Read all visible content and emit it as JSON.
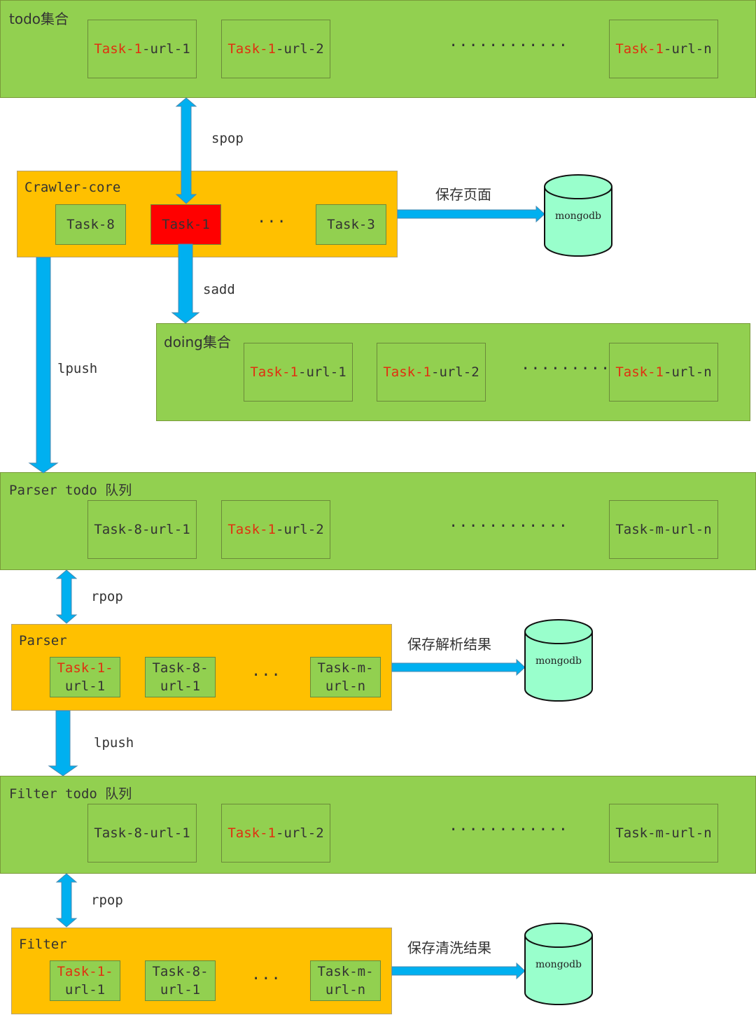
{
  "todo_set": {
    "title": "todo集合",
    "items": [
      {
        "red": "Task-1",
        "rest": "-url-1"
      },
      {
        "red": "Task-1",
        "rest": "-url-2"
      },
      {
        "red": "Task-1",
        "rest": "-url-n"
      }
    ],
    "ellipsis": "············"
  },
  "crawler": {
    "title": "Crawler-core",
    "tasks": [
      "Task-8",
      "Task-1",
      "Task-3"
    ],
    "ellipsis": "···"
  },
  "doing_set": {
    "title": "doing集合",
    "items": [
      {
        "red": "Task-1",
        "rest": "-url-1"
      },
      {
        "red": "Task-1",
        "rest": "-url-2"
      },
      {
        "red": "Task-1",
        "rest": "-url-n"
      }
    ],
    "ellipsis": "············"
  },
  "parser_todo": {
    "title": "Parser todo 队列",
    "item1": "Task-8-url-1",
    "item2": {
      "red": "Task-1",
      "rest": "-url-2"
    },
    "item3": "Task-m-url-n",
    "ellipsis": "············"
  },
  "parser": {
    "title": "Parser",
    "item1": {
      "red": "Task-1-",
      "rest": "url-1"
    },
    "item2": {
      "line1": "Task-8-",
      "line2": "url-1"
    },
    "item3": {
      "line1": "Task-m-",
      "line2": "url-n"
    },
    "ellipsis": "···"
  },
  "filter_todo": {
    "title": "Filter todo 队列",
    "item1": "Task-8-url-1",
    "item2": {
      "red": "Task-1",
      "rest": "-url-2"
    },
    "item3": "Task-m-url-n",
    "ellipsis": "············"
  },
  "filter": {
    "title": "Filter",
    "item1": {
      "red": "Task-1-",
      "rest": "url-1"
    },
    "item2": {
      "line1": "Task-8-",
      "line2": "url-1"
    },
    "item3": {
      "line1": "Task-m-",
      "line2": "url-n"
    },
    "ellipsis": "···"
  },
  "edges": {
    "spop": "spop",
    "sadd": "sadd",
    "lpush1": "lpush",
    "rpop1": "rpop",
    "lpush2": "lpush",
    "rpop2": "rpop",
    "save_page": "保存页面",
    "save_parse": "保存解析结果",
    "save_clean": "保存清洗结果"
  },
  "db": {
    "label": "mongodb"
  },
  "colors": {
    "green": "#92d050",
    "orange": "#ffc000",
    "red": "#ff0000",
    "arrow": "#00b0f0",
    "cylinder": "#99ffcc"
  }
}
